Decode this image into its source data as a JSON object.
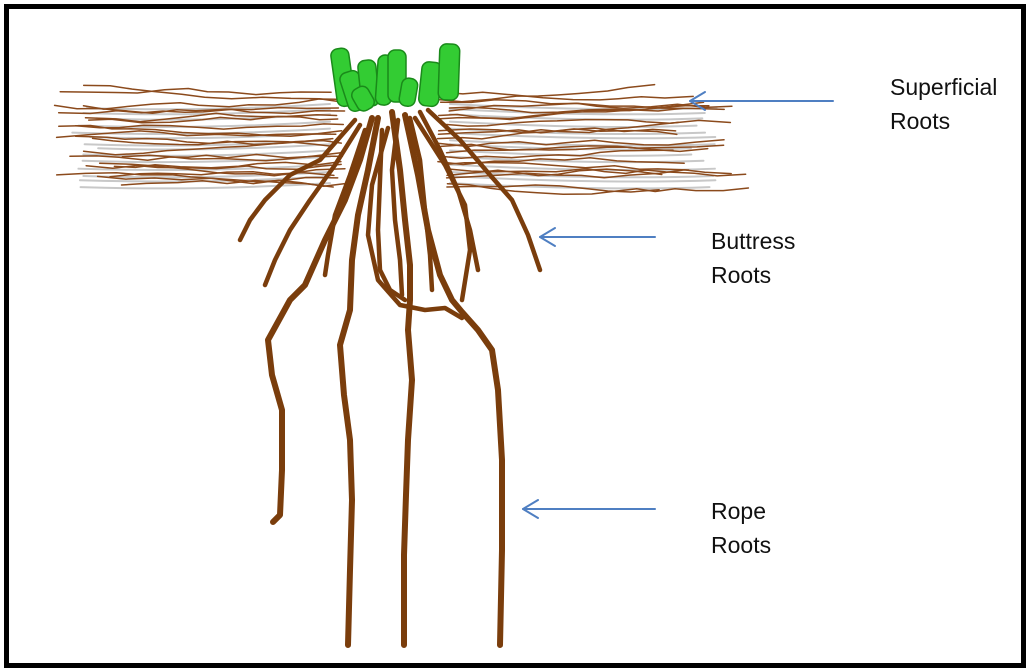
{
  "colors": {
    "frame": "#000000",
    "root": "#7a3d0c",
    "superficial_root": "#8b4a1c",
    "root_shadow": "#c8c8c8",
    "leaf": "#33cc33",
    "leaf_edge": "#1a8a1a",
    "arrow": "#4f7fc2"
  },
  "labels": {
    "superficial": {
      "line1": "Superficial",
      "line2": "Roots"
    },
    "buttress": {
      "line1": "Buttress",
      "line2": "Roots"
    },
    "rope": {
      "line1": "Rope",
      "line2": "Roots"
    }
  }
}
